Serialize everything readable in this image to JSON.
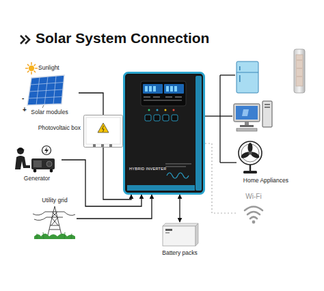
{
  "diagram": {
    "title": "Solar System Connection",
    "nodes": [
      {
        "text": [
          "Solar modules"
        ]
      },
      {
        "text": [
          "Photovoltaic box"
        ]
      },
      {
        "text": [
          "Generator"
        ]
      },
      {
        "text": [
          "Utility grid"
        ]
      },
      {
        "text": [
          "HYBRID INVERTER"
        ]
      },
      {
        "text": [
          "Home Appliances"
        ]
      },
      {
        "text": [
          "Wi-Fi"
        ]
      },
      {
        "text": [
          "Battery packs"
        ]
      }
    ],
    "edges": [
      {
        "from": 0,
        "to": 1,
        "arrow": "none"
      },
      {
        "from": 1,
        "to": 4,
        "arrow": "to"
      },
      {
        "from": 2,
        "to": 4,
        "arrow": "to"
      },
      {
        "from": 3,
        "to": 4,
        "arrow": "to"
      },
      {
        "from": 4,
        "to": 5,
        "arrow": "none"
      },
      {
        "from": 4,
        "to": 6,
        "arrow": "none"
      },
      {
        "from": 4,
        "to": 7,
        "arrow": "both"
      }
    ],
    "labels": [
      "Sunlight",
      "-",
      "+"
    ]
  }
}
